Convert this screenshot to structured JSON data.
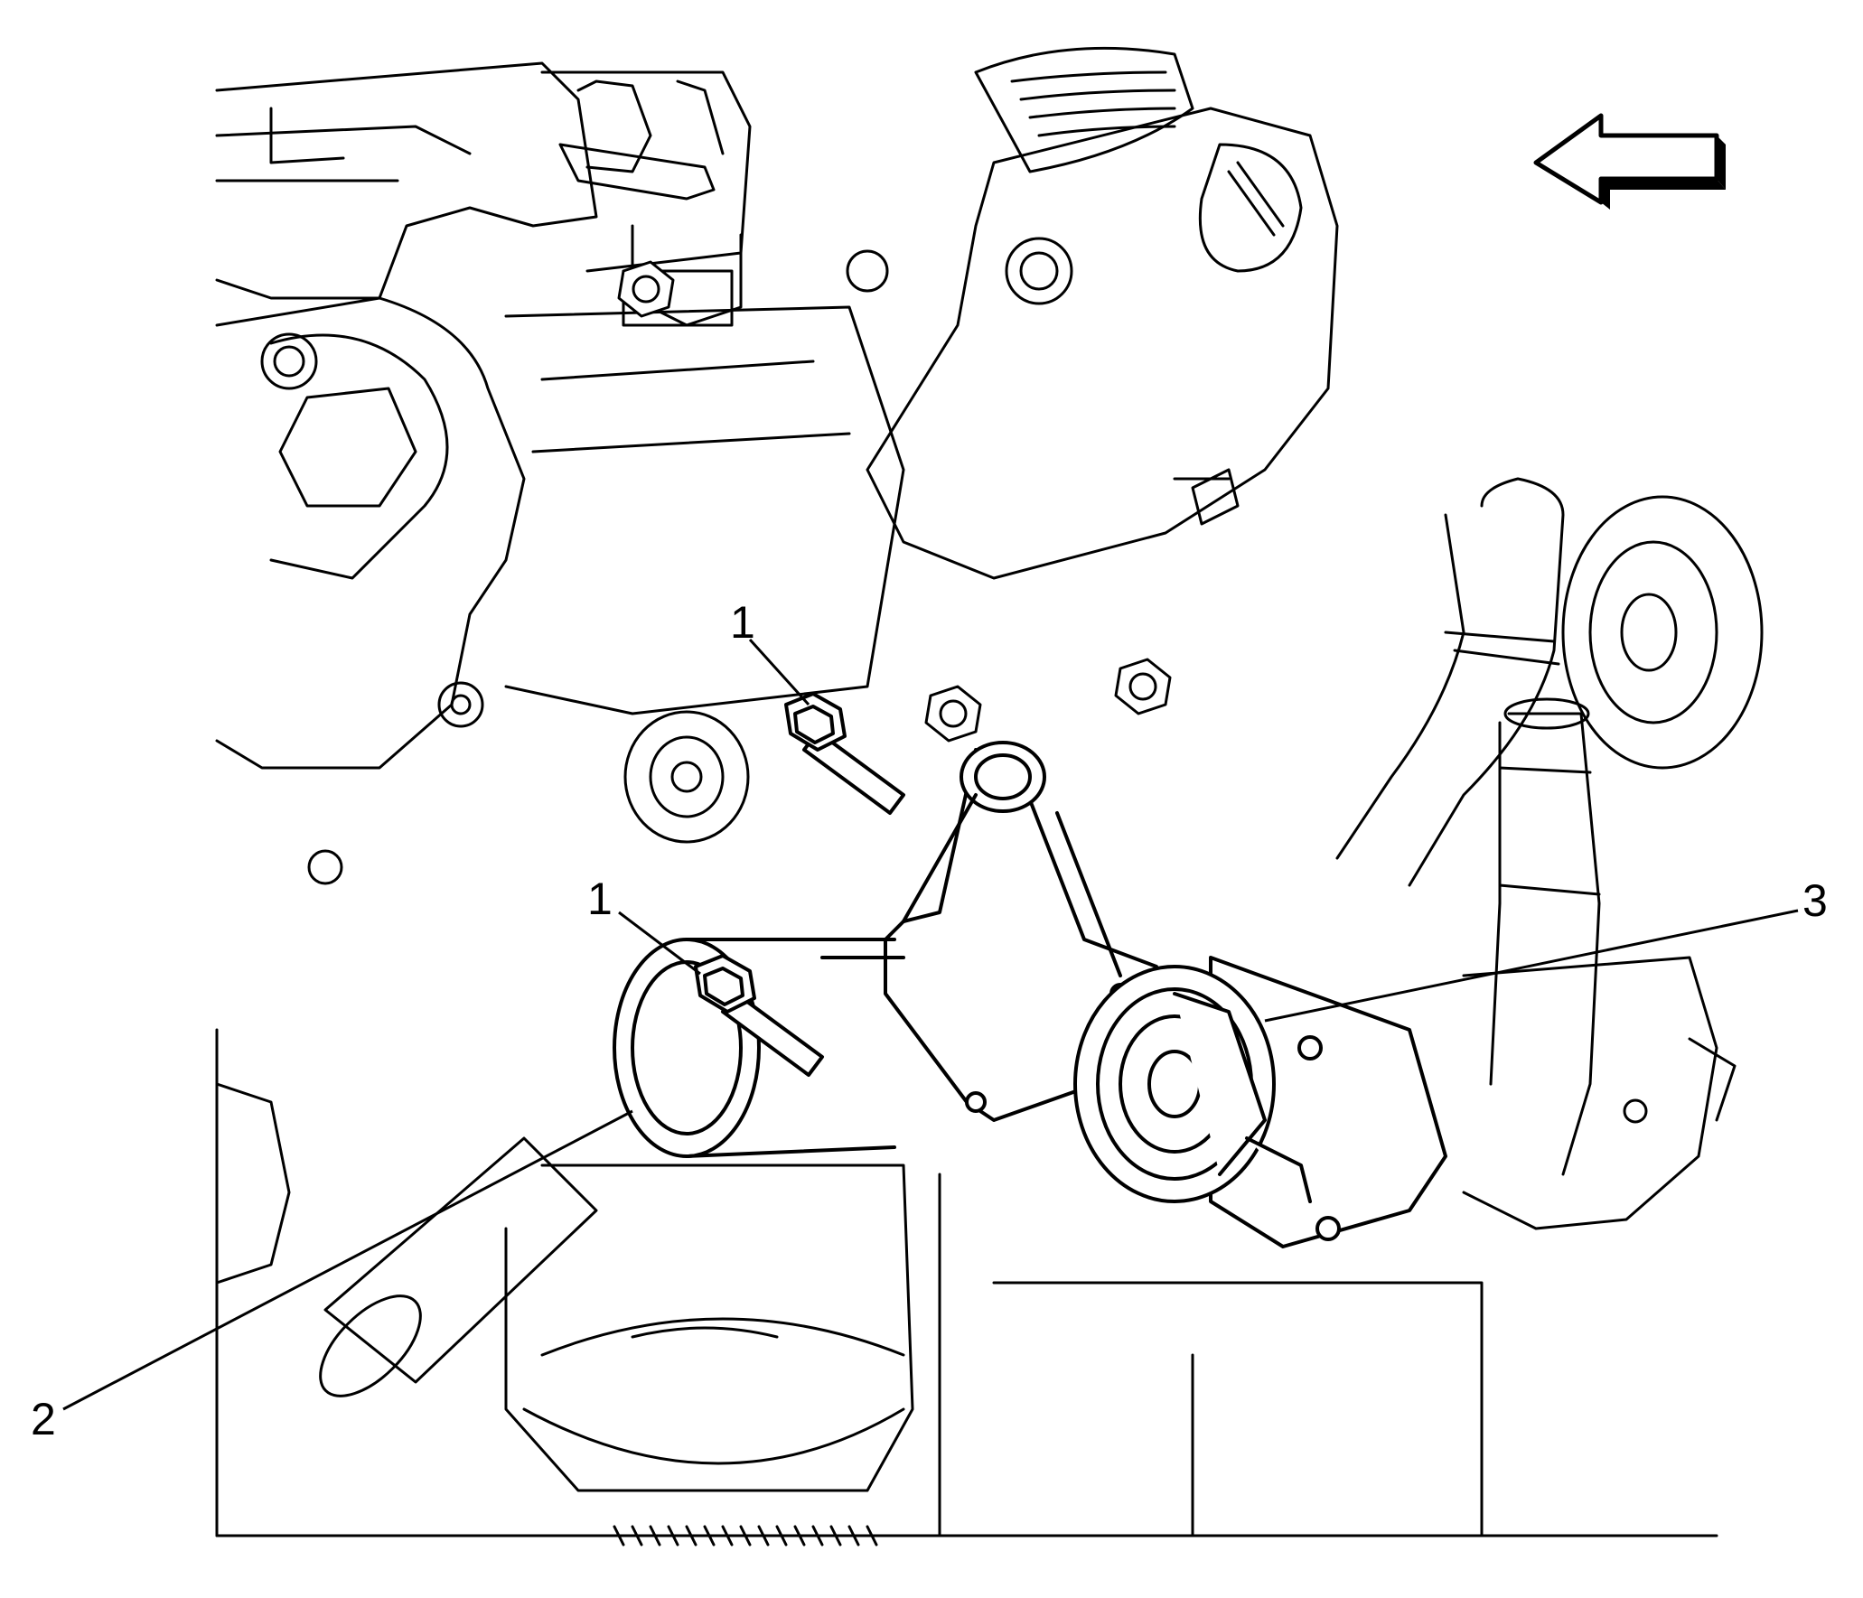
{
  "callouts": [
    {
      "id": "1a",
      "label": "1"
    },
    {
      "id": "1b",
      "label": "1"
    },
    {
      "id": "2",
      "label": "2"
    },
    {
      "id": "3",
      "label": "3"
    }
  ],
  "direction_arrow": {
    "icon": "arrow-left-icon"
  },
  "colors": {
    "ink": "#000000",
    "paper": "#ffffff"
  }
}
